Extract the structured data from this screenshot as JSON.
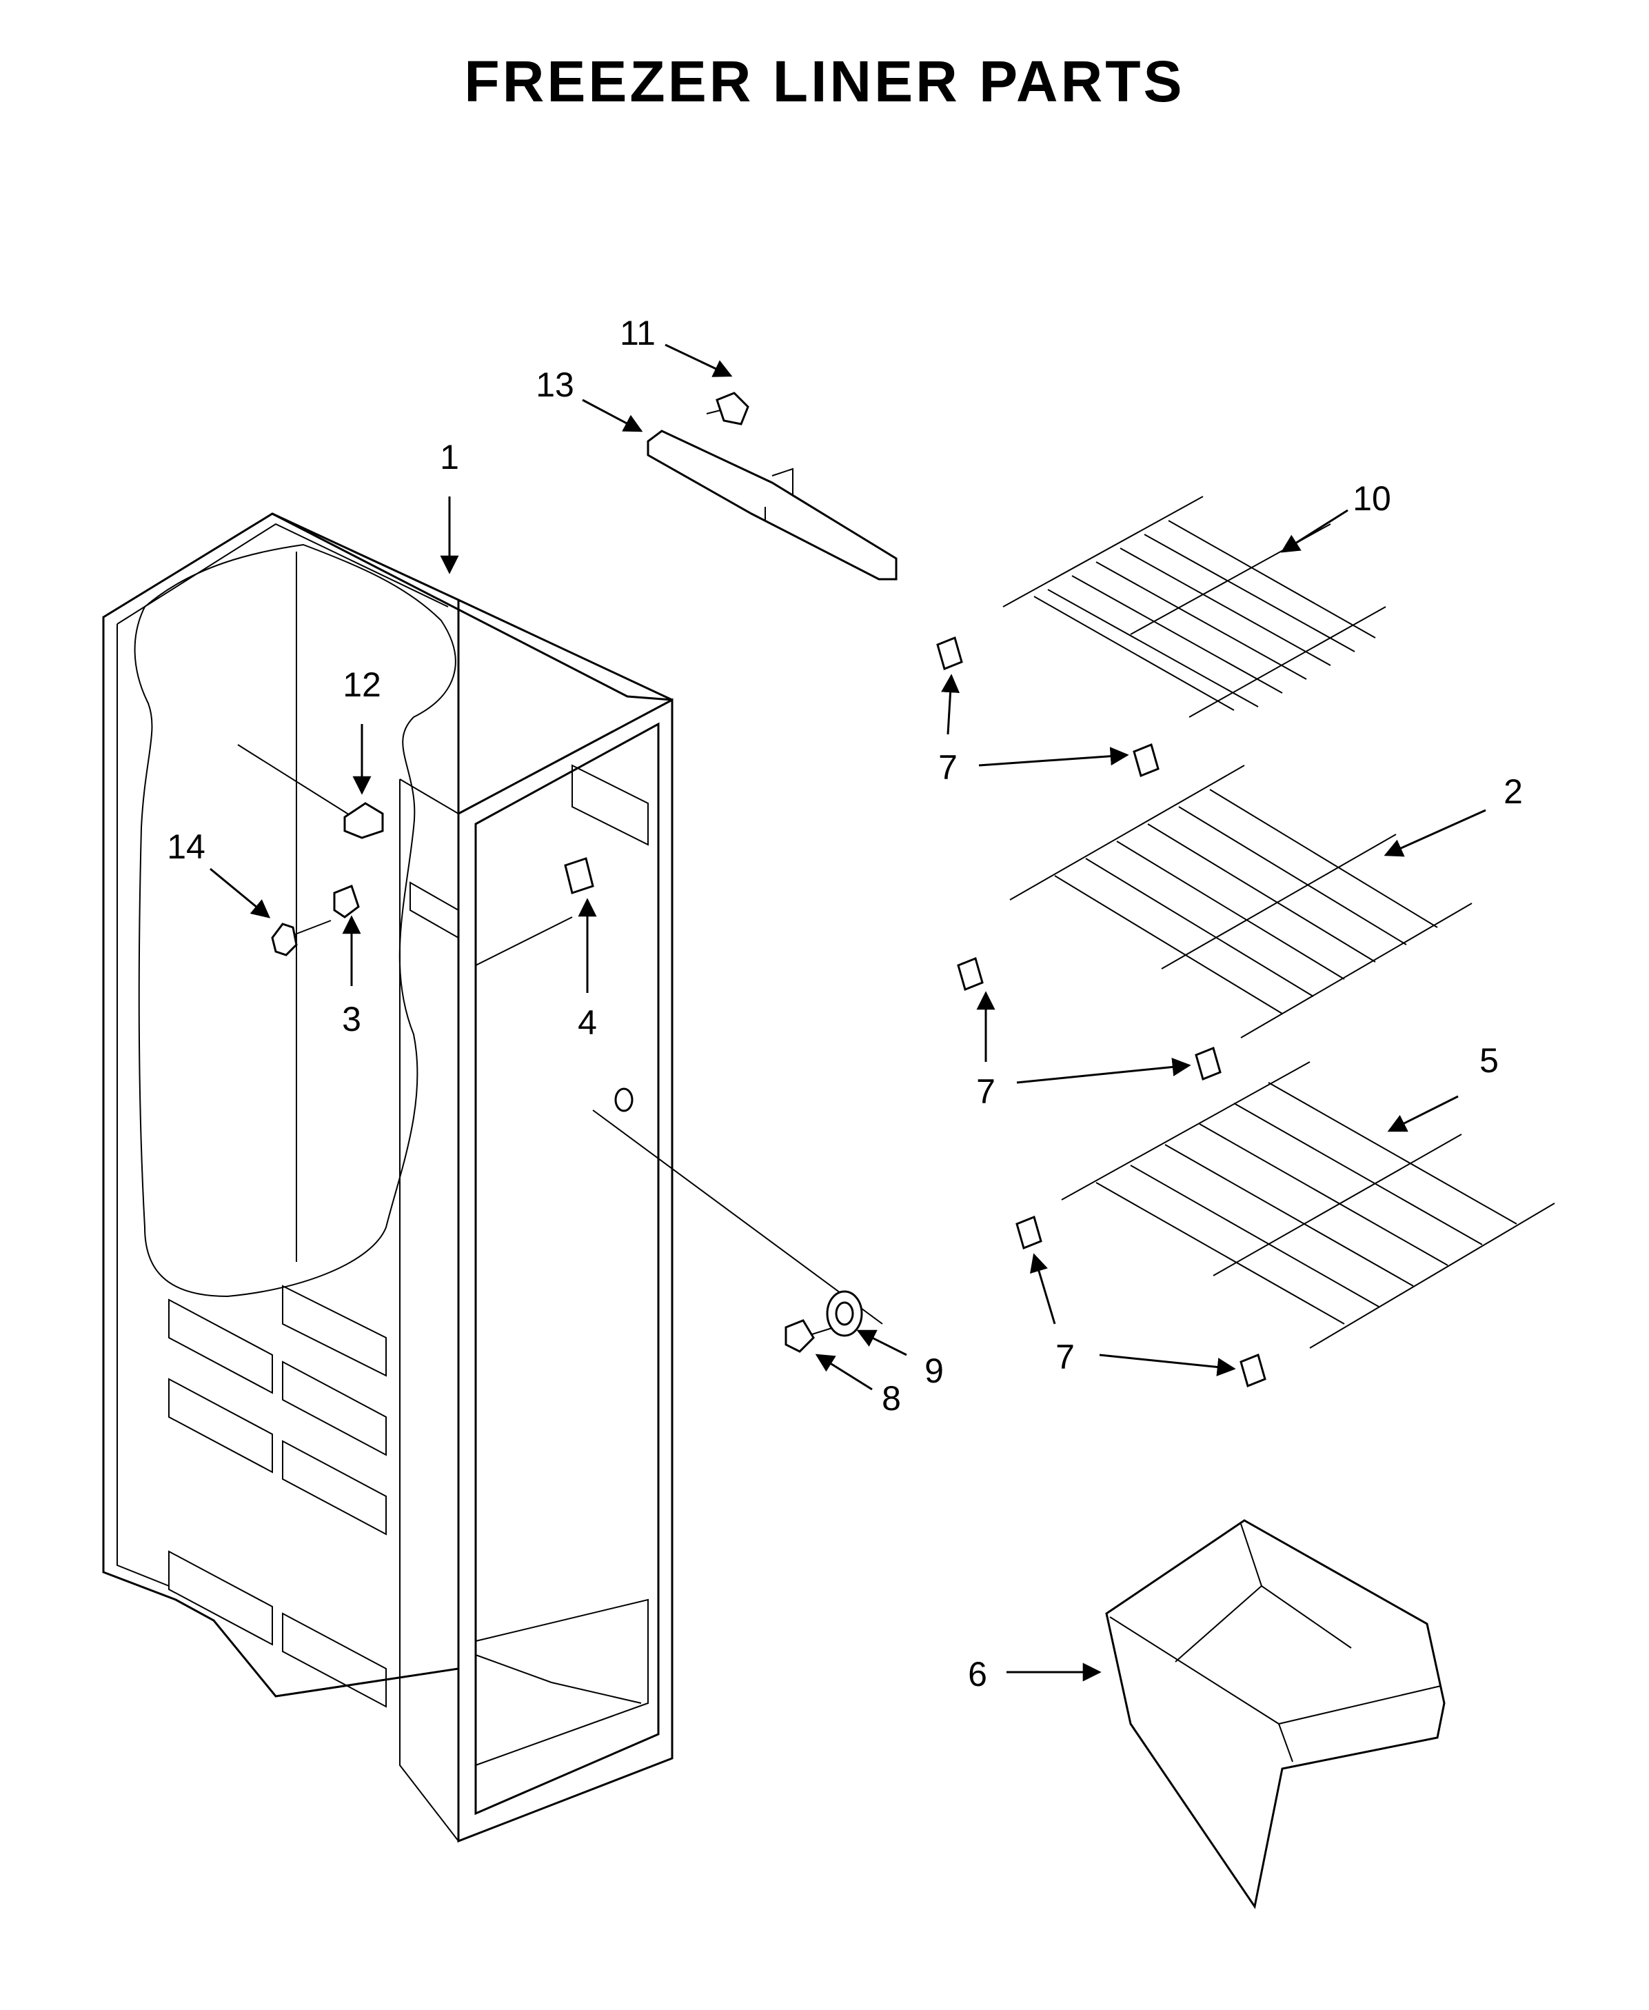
{
  "title": "FREEZER LINER PARTS",
  "callouts": [
    "1",
    "2",
    "3",
    "4",
    "5",
    "6",
    "7",
    "8",
    "9",
    "10",
    "11",
    "12",
    "13",
    "14"
  ]
}
